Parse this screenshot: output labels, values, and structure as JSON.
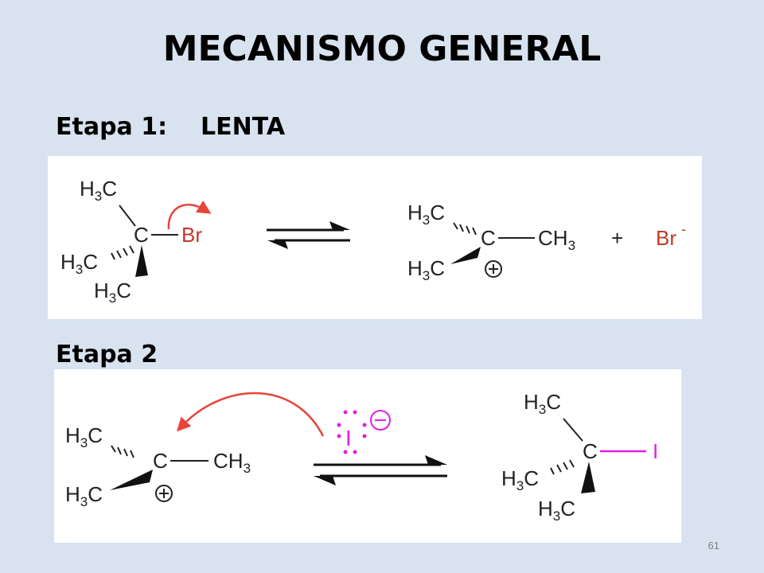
{
  "title": "MECANISMO GENERAL",
  "step1": {
    "label": "Etapa 1:",
    "speed": "LENTA"
  },
  "step2": {
    "label": "Etapa 2"
  },
  "colors": {
    "background": "#d9e3f0",
    "arrow_red": "#e8443a",
    "bromine": "#c0392b",
    "iodine": "#e020e0"
  },
  "reaction1": {
    "reactant": {
      "methyl_1": "H3C",
      "methyl_2": "H3C",
      "methyl_3": "H3C",
      "center": "C",
      "leaving_group": "Br"
    },
    "product": {
      "methyl_1": "H3C",
      "methyl_2": "H3C",
      "center": "C",
      "methyl_3": "CH3",
      "charge": "+"
    },
    "plus": "+",
    "byproduct": "Br",
    "byproduct_charge": "-"
  },
  "reaction2": {
    "reactant": {
      "methyl_1": "H3C",
      "methyl_2": "H3C",
      "center": "C",
      "methyl_3": "CH3",
      "charge": "+"
    },
    "nucleophile": {
      "atom": "I",
      "charge": "−"
    },
    "product": {
      "methyl_1": "H3C",
      "methyl_2": "H3C",
      "methyl_3": "H3C",
      "center": "C",
      "substituent": "I"
    }
  },
  "page_number": "61"
}
